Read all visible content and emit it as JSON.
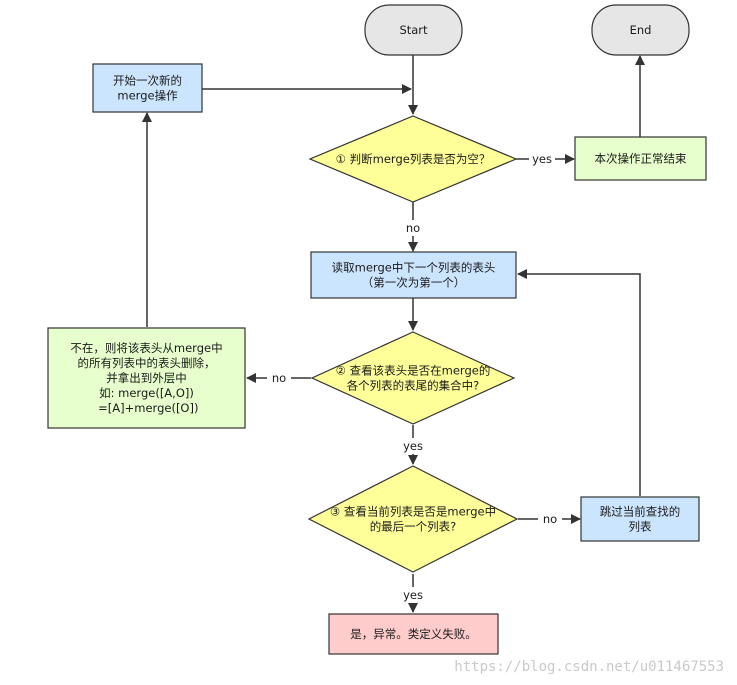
{
  "diagram": {
    "nodes": {
      "start": {
        "lines": [
          "Start"
        ]
      },
      "end": {
        "lines": [
          "End"
        ]
      },
      "new_merge": {
        "lines": [
          "开始一次新的",
          "merge操作"
        ]
      },
      "check_empty": {
        "lines": [
          "① 判断merge列表是否为空？"
        ]
      },
      "finish": {
        "lines": [
          "本次操作正常结束"
        ]
      },
      "read_head": {
        "lines": [
          "读取merge中下一个列表的表头",
          "（第一次为第一个）"
        ]
      },
      "not_in_tails": {
        "lines": [
          "不在，则将该表头从merge中",
          "的所有列表中的表头删除，",
          "并拿出到外层中",
          "如:  merge([A,O])",
          "    =[A]+merge([O])"
        ]
      },
      "check_tails": {
        "lines": [
          "② 查看该表头是否在merge的",
          "各个列表的表尾的集合中?"
        ]
      },
      "check_last": {
        "lines": [
          "③ 查看当前列表是否是merge中",
          "的最后一个列表?"
        ]
      },
      "skip": {
        "lines": [
          "跳过当前查找的",
          "列表"
        ]
      },
      "error": {
        "lines": [
          "是，异常。类定义失败。"
        ]
      }
    },
    "edge_labels": {
      "empty_yes": "yes",
      "empty_no": "no",
      "tails_no": "no",
      "tails_yes": "yes",
      "last_no": "no",
      "last_yes": "yes"
    },
    "watermark": "https://blog.csdn.net/u011467553",
    "colors": {
      "terminal": "#e6e6e6",
      "process_blue": "#cce5ff",
      "process_green": "#e6ffcc",
      "decision": "#ffff99",
      "error": "#ffcccc",
      "stroke": "#333333",
      "edge": "#333333"
    }
  }
}
